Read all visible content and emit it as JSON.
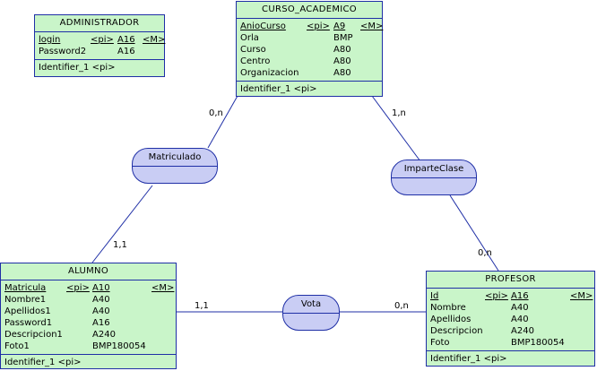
{
  "entities": {
    "administrador": {
      "title": "ADMINISTRADOR",
      "attributes": [
        {
          "name": "login",
          "key": "<pi>",
          "type": "A16",
          "mandatory": "<M>"
        },
        {
          "name": "Password2",
          "key": "",
          "type": "A16",
          "mandatory": ""
        }
      ],
      "identifier": "Identifier_1  <pi>"
    },
    "curso_academico": {
      "title": "CURSO_ACADEMICO",
      "attributes": [
        {
          "name": "AnioCurso",
          "key": "<pi>",
          "type": "A9",
          "mandatory": "<M>"
        },
        {
          "name": "Orla",
          "key": "",
          "type": "BMP",
          "mandatory": ""
        },
        {
          "name": "Curso",
          "key": "",
          "type": "A80",
          "mandatory": ""
        },
        {
          "name": "Centro",
          "key": "",
          "type": "A80",
          "mandatory": ""
        },
        {
          "name": "Organizacion",
          "key": "",
          "type": "A80",
          "mandatory": ""
        }
      ],
      "identifier": "Identifier_1  <pi>"
    },
    "alumno": {
      "title": "ALUMNO",
      "attributes": [
        {
          "name": "Matricula",
          "key": "<pi>",
          "type": "A10",
          "mandatory": "<M>"
        },
        {
          "name": "Nombre1",
          "key": "",
          "type": "A40",
          "mandatory": ""
        },
        {
          "name": "Apellidos1",
          "key": "",
          "type": "A40",
          "mandatory": ""
        },
        {
          "name": "Password1",
          "key": "",
          "type": "A16",
          "mandatory": ""
        },
        {
          "name": "Descripcion1",
          "key": "",
          "type": "A240",
          "mandatory": ""
        },
        {
          "name": "Foto1",
          "key": "",
          "type": "BMP180054",
          "mandatory": ""
        }
      ],
      "identifier": "Identifier_1  <pi>"
    },
    "profesor": {
      "title": "PROFESOR",
      "attributes": [
        {
          "name": "Id",
          "key": "<pi>",
          "type": "A16",
          "mandatory": "<M>"
        },
        {
          "name": "Nombre",
          "key": "",
          "type": "A40",
          "mandatory": ""
        },
        {
          "name": "Apellidos",
          "key": "",
          "type": "A40",
          "mandatory": ""
        },
        {
          "name": "Descripcion",
          "key": "",
          "type": "A240",
          "mandatory": ""
        },
        {
          "name": "Foto",
          "key": "",
          "type": "BMP180054",
          "mandatory": ""
        }
      ],
      "identifier": "Identifier_1  <pi>"
    }
  },
  "relationships": {
    "matriculado": {
      "label": "Matriculado",
      "card_curso": "0,n",
      "card_alumno": "1,1"
    },
    "imparte_clase": {
      "label": "ImparteClase",
      "card_curso": "1,n",
      "card_profesor": "0,n"
    },
    "vota": {
      "label": "Vota",
      "card_alumno": "1,1",
      "card_profesor": "0,n"
    }
  },
  "colors": {
    "entity_fill": "#c9f5c9",
    "relationship_fill": "#c9cdf4",
    "line": "#1f2fa6"
  }
}
